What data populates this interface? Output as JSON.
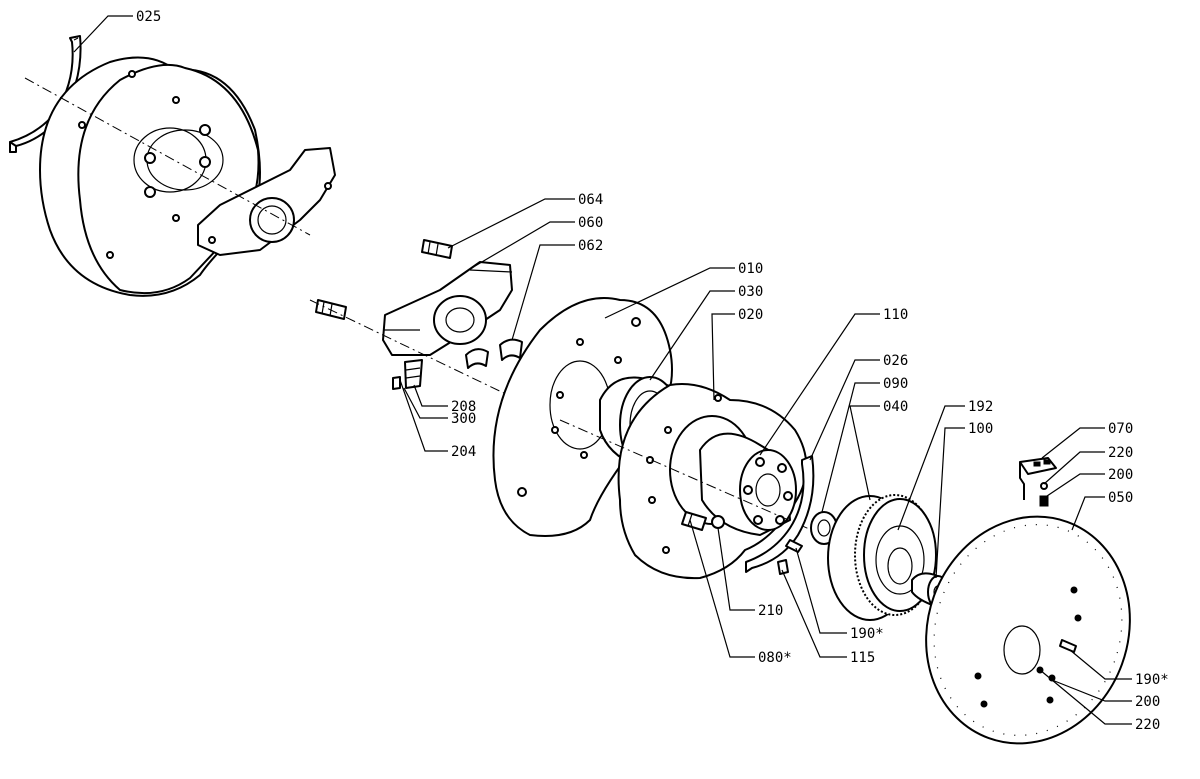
{
  "labels": {
    "l025": "025",
    "l064": "064",
    "l060": "060",
    "l062": "062",
    "l010": "010",
    "l030": "030",
    "l020": "020",
    "l110": "110",
    "l026": "026",
    "l090": "090",
    "l040": "040",
    "l192": "192",
    "l100": "100",
    "l070": "070",
    "l220a": "220",
    "l200a": "200",
    "l050": "050",
    "l208": "208",
    "l300": "300",
    "l204": "204",
    "l210": "210",
    "l080": "080*",
    "l115": "115",
    "l190a": "190*",
    "l190b": "190*",
    "l200b": "200",
    "l220b": "220"
  }
}
